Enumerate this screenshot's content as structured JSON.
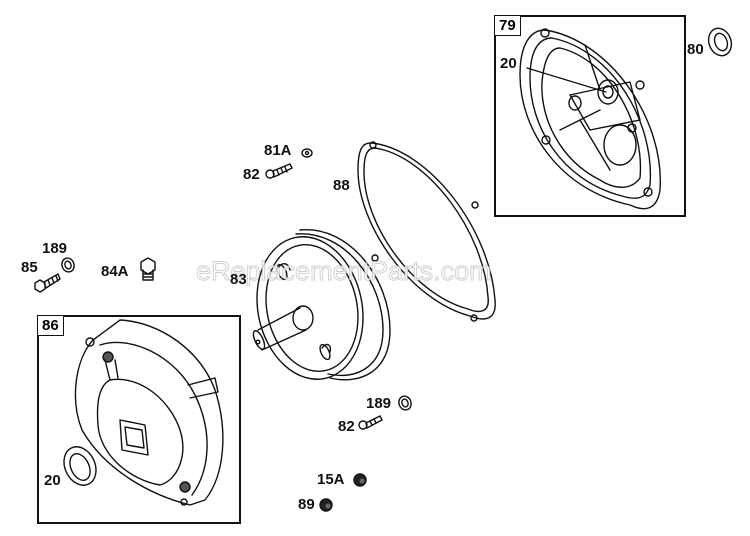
{
  "diagram": {
    "watermark": "eReplacementParts.com",
    "callout_boxes": [
      {
        "id": "79",
        "label": "79",
        "description": "crankcase cover assembly"
      },
      {
        "id": "86",
        "label": "86",
        "description": "housing assembly"
      }
    ],
    "part_labels": [
      {
        "key": "p79_20",
        "text": "20"
      },
      {
        "key": "p80",
        "text": "80"
      },
      {
        "key": "p81A",
        "text": "81A"
      },
      {
        "key": "p82_top",
        "text": "82"
      },
      {
        "key": "p88",
        "text": "88"
      },
      {
        "key": "p189_left",
        "text": "189"
      },
      {
        "key": "p85",
        "text": "85"
      },
      {
        "key": "p84A",
        "text": "84A"
      },
      {
        "key": "p83",
        "text": "83"
      },
      {
        "key": "p86_20",
        "text": "20"
      },
      {
        "key": "p189_right",
        "text": "189"
      },
      {
        "key": "p82_bottom",
        "text": "82"
      },
      {
        "key": "p15A",
        "text": "15A"
      },
      {
        "key": "p89",
        "text": "89"
      }
    ],
    "colors": {
      "line": "#111111",
      "background": "#ffffff"
    }
  }
}
